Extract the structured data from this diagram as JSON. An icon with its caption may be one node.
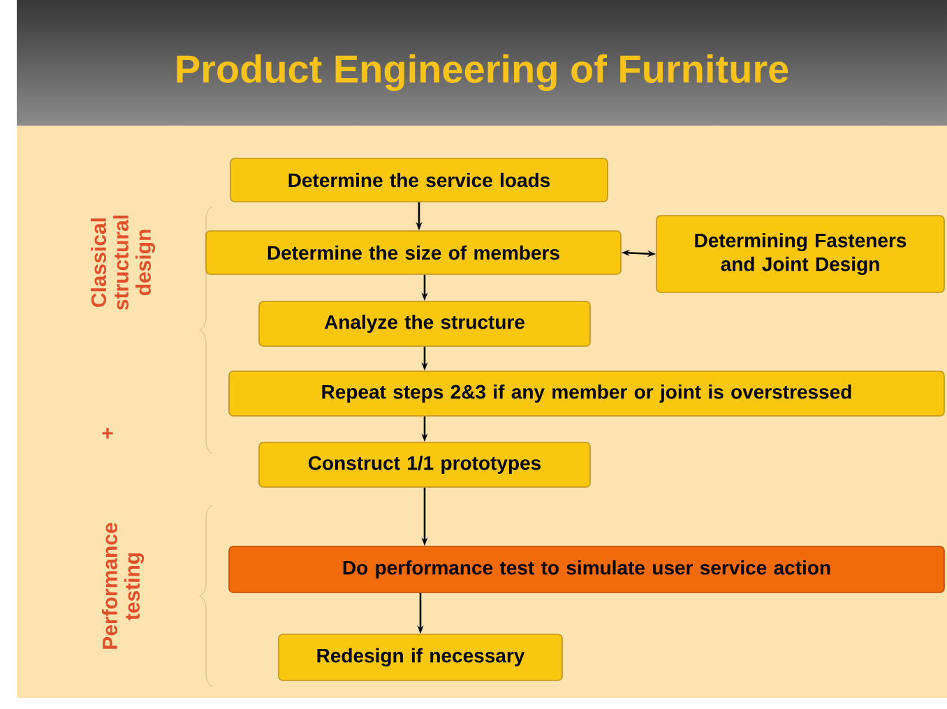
{
  "diagram": {
    "title": "Product Engineering of Furniture",
    "nodes": [
      {
        "text": [
          "Determine the service loads"
        ]
      },
      {
        "text": [
          "Determine the size of members"
        ]
      },
      {
        "text": [
          "Determining Fasteners and Joint Design"
        ]
      },
      {
        "text": [
          "Analyze  the structure"
        ]
      },
      {
        "text": [
          "Repeat steps 2&3 if any member or joint is overstressed"
        ]
      },
      {
        "text": [
          "Construct 1/1 prototypes"
        ]
      },
      {
        "text": [
          "Do performance test to simulate user service action"
        ]
      },
      {
        "text": [
          "Redesign if necessary"
        ]
      }
    ],
    "edges": [
      {
        "from": 0,
        "to": 1,
        "arrow": "to"
      },
      {
        "from": 1,
        "to": 2,
        "arrow": "both"
      },
      {
        "from": 1,
        "to": 3,
        "arrow": "to"
      },
      {
        "from": 3,
        "to": 4,
        "arrow": "to"
      },
      {
        "from": 4,
        "to": 5,
        "arrow": "to"
      },
      {
        "from": 5,
        "to": 6,
        "arrow": "to"
      },
      {
        "from": 6,
        "to": 7,
        "arrow": "to"
      }
    ],
    "labels": [
      "Classical structural design",
      "+",
      "Performance testing"
    ]
  }
}
